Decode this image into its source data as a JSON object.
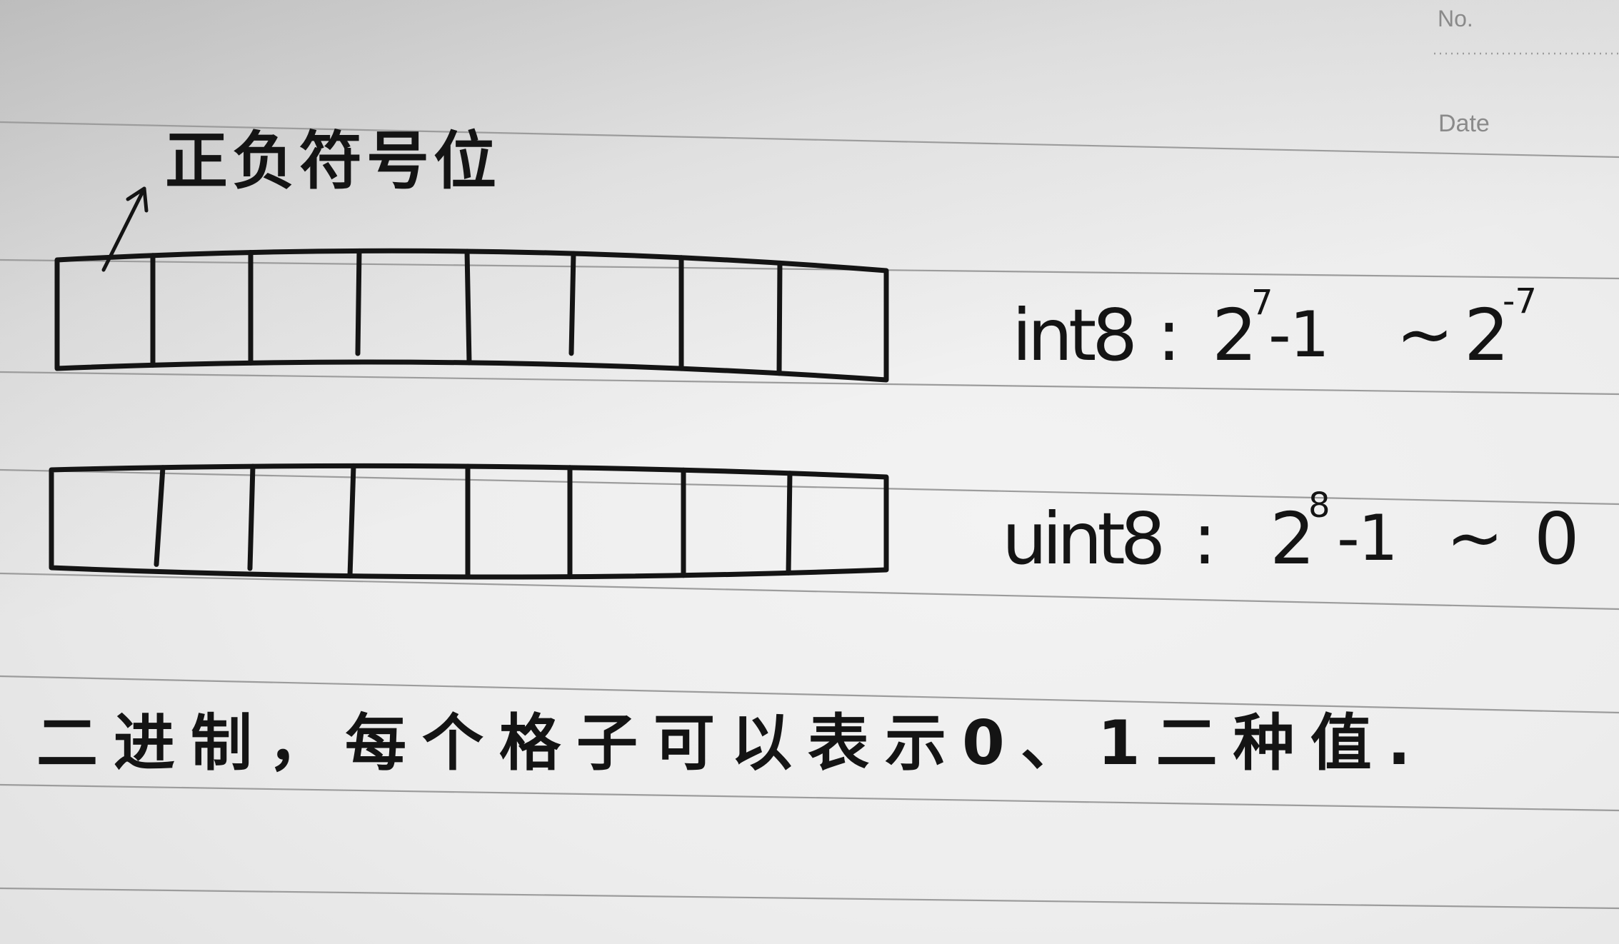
{
  "notebook_header": {
    "no_label": "No.",
    "date_label": "Date"
  },
  "sign_bit_label": "正负符号位",
  "int8_range": {
    "type_label": "int8",
    "separator": ":",
    "upper_base": "2",
    "upper_exponent": "7",
    "upper_offset": "-1",
    "range_symbol": "~",
    "lower_base": "2",
    "lower_exponent": "-7"
  },
  "uint8_range": {
    "type_label": "uint8",
    "separator": ":",
    "upper_base": "2",
    "upper_exponent": "8",
    "upper_offset": "-1",
    "range_symbol": "~",
    "lower_value": "0"
  },
  "bit_rows": [
    {
      "cells": 8
    },
    {
      "cells": 8
    }
  ],
  "note": "二进制，每个格子可以表示0、1二种值.",
  "colors": {
    "ink": "#141414",
    "ruling": "#9c9c9c",
    "print": "#8a8a8a",
    "paper": "#ececec"
  }
}
